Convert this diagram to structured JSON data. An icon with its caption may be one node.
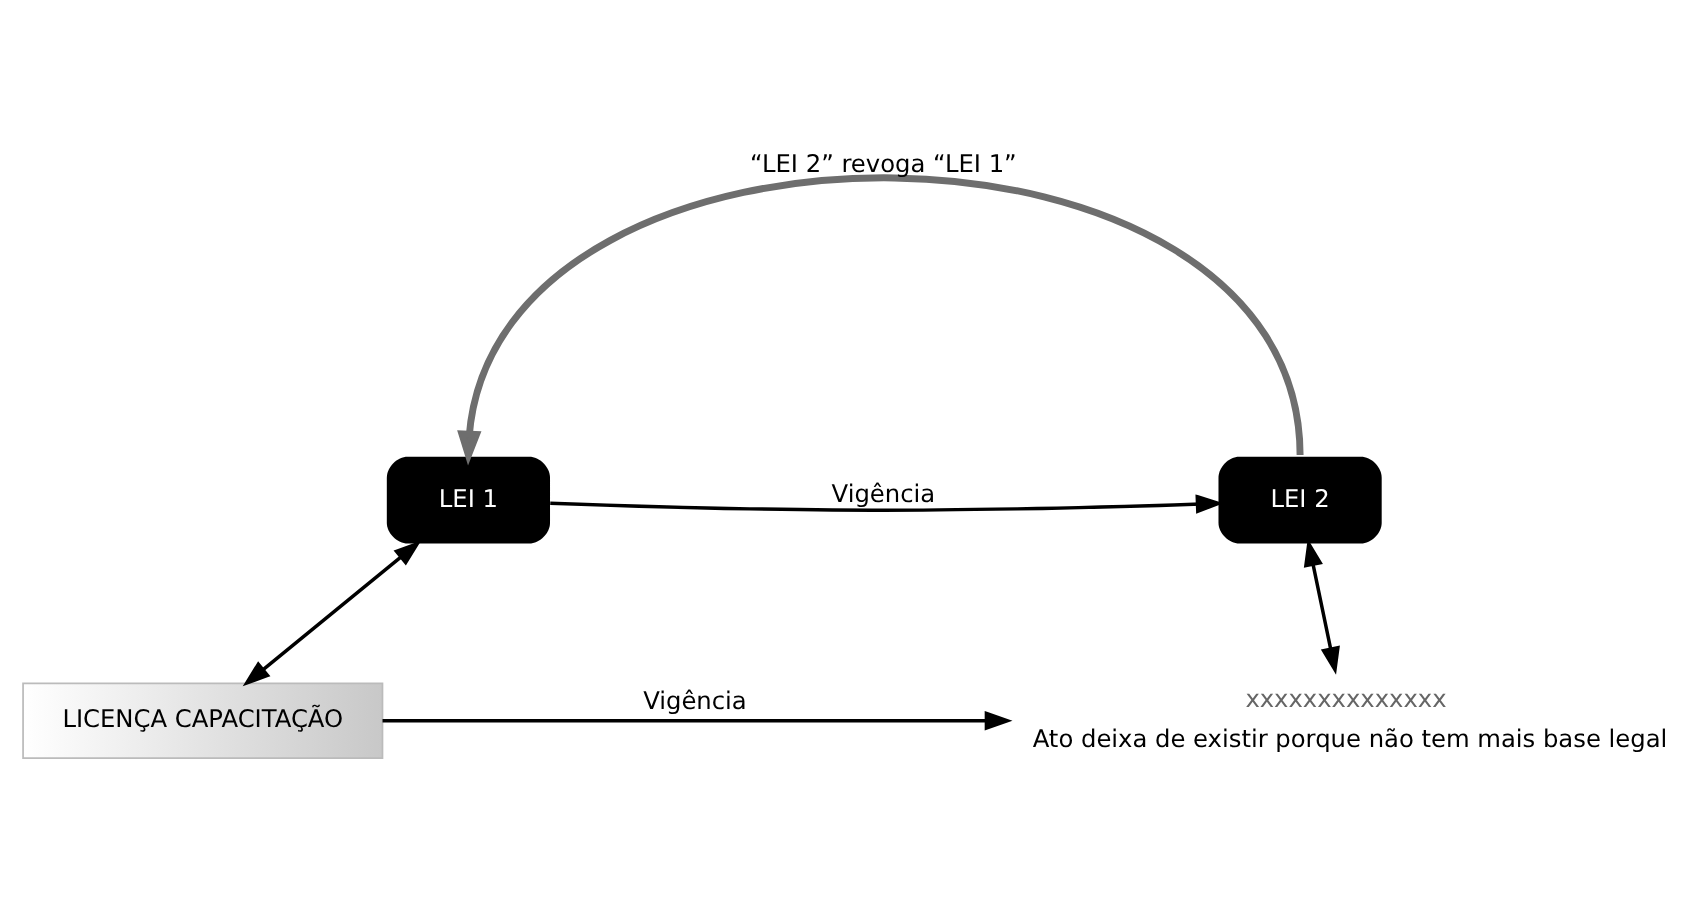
{
  "diagram": {
    "nodes": [
      {
        "text": [
          "LEI 1"
        ]
      },
      {
        "text": [
          "LEI 2"
        ]
      },
      {
        "text": [
          "LICENÇA CAPACITAÇÃO"
        ]
      },
      {
        "text": [
          "xxxxxxxxxxxxxx"
        ],
        "beside": [
          "Ato deixa de existir porque não tem mais base legal"
        ]
      }
    ],
    "edges": [
      {
        "from": 0,
        "to": 1,
        "arrow": "to",
        "label": "Vigência"
      },
      {
        "from": 1,
        "to": 0,
        "arrow": "to",
        "label": "“LEI 2” revoga “LEI 1”",
        "style": "thick",
        "color": "#6e6e6e"
      },
      {
        "from": 0,
        "to": 2,
        "arrow": "both"
      },
      {
        "from": 2,
        "to": 3,
        "arrow": "to",
        "label": "Vigência"
      },
      {
        "from": 1,
        "to": 3,
        "arrow": "both"
      }
    ]
  }
}
